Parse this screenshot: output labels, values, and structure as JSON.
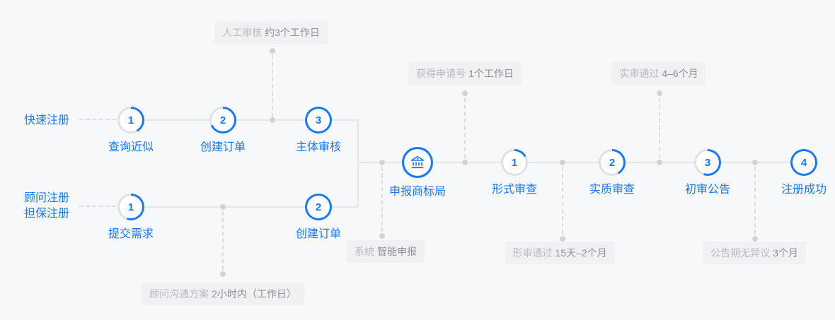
{
  "colors": {
    "bg": "#f7f8f9",
    "accent": "#1677ff",
    "ring_rest": "#e0e1e3",
    "line": "#e4e5e7",
    "dash": "#dcdde0",
    "dot": "#d2d3d5",
    "tip_bg": "#f0f1f2",
    "tip_light": "#b8babd",
    "tip_dark": "#8e9093"
  },
  "tracks": {
    "fast": {
      "label": "快速注册",
      "steps": [
        {
          "num": "1",
          "label": "查询近似",
          "progress": 0.42
        },
        {
          "num": "2",
          "label": "创建订单",
          "progress": 0.68
        },
        {
          "num": "3",
          "label": "主体审核",
          "progress": 1
        }
      ]
    },
    "consult": {
      "label_line1": "顾问注册",
      "label_line2": "担保注册",
      "steps": [
        {
          "num": "1",
          "label": "提交需求",
          "progress": 0.55
        },
        {
          "num": "2",
          "label": "创建订单",
          "progress": 1
        }
      ]
    }
  },
  "main": {
    "bureau": {
      "label": "申报商标局",
      "icon": "bank-icon",
      "progress": 1
    },
    "steps": [
      {
        "num": "1",
        "label": "形式审查",
        "progress": 0.17
      },
      {
        "num": "2",
        "label": "实质审查",
        "progress": 0.42
      },
      {
        "num": "3",
        "label": "初审公告",
        "progress": 0.55
      },
      {
        "num": "4",
        "label": "注册成功",
        "progress": 1
      }
    ]
  },
  "tooltips": {
    "manual_review": {
      "light": "人工审核",
      "dark": "约3个工作日"
    },
    "application_number": {
      "light": "获得申请号",
      "dark": "1个工作日"
    },
    "substantive_pass": {
      "light": "实审通过",
      "dark": "4–6个月"
    },
    "system_filing": {
      "light": "系统",
      "dark": "智能申报"
    },
    "formal_pass": {
      "light": "形审通过",
      "dark": "15天–2个月"
    },
    "publication_no_objection": {
      "light": "公告期无异议",
      "dark": "3个月"
    },
    "consultant_plan": {
      "light": "顾问沟通方案",
      "dark": "2小时内（工作日）"
    }
  }
}
